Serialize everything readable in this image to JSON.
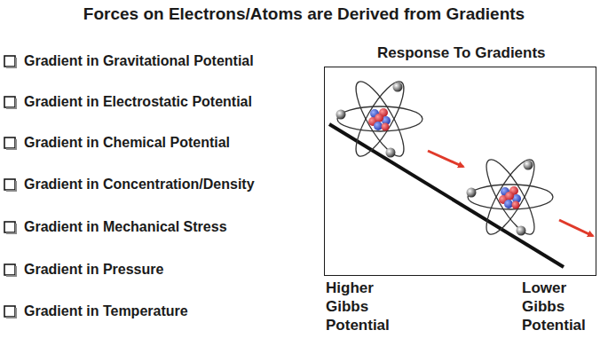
{
  "diagram": {
    "title": "Forces on Electrons/Atoms are Derived from Gradients",
    "nodes": [
      {
        "text": [
          "Response To Gradients"
        ]
      }
    ],
    "labels": [
      "Gradient in Gravitational Potential",
      "Gradient in Electrostatic Potential",
      "Gradient in Chemical Potential",
      "Gradient in Concentration/Density",
      "Gradient in Mechanical Stress",
      "Gradient in Pressure",
      "Gradient in Temperature",
      "Higher Gibbs Potential",
      "Lower Gibbs Potential"
    ]
  }
}
